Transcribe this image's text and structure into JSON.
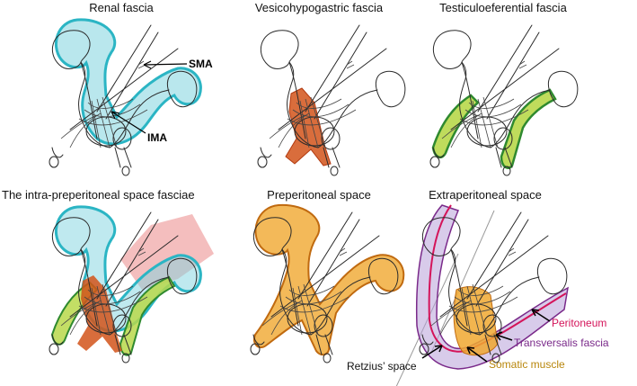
{
  "panels": [
    {
      "title": "Renal fascia"
    },
    {
      "title": "Vesicohypogastric fascia"
    },
    {
      "title": "Testiculoeferential fascia"
    },
    {
      "title": "The intra-preperitoneal space fasciae"
    },
    {
      "title": "Preperitoneal space"
    },
    {
      "title": "Extraperitoneal space"
    }
  ],
  "annotations": {
    "sma": "SMA",
    "ima": "IMA",
    "peritoneum": "Peritoneum",
    "transversalis": "Transversalis fascia",
    "somatic": "Somatic muscle",
    "retzius": "Retzius’ space"
  },
  "colors": {
    "renal_fascia": "#7fd3df",
    "renal_outline": "#2bb5c4",
    "vesicohypogastric": "#d2541a",
    "testiculo": "#b8d84a",
    "testiculo_dark": "#2f8a2f",
    "preperitoneal": "#f0a830",
    "preperitoneal_outline": "#c06a10",
    "pink_band": "#f0a8a8",
    "peritoneum": "#d4145a",
    "transversalis": "#7a2a8a",
    "somatic": "#b8860b"
  }
}
